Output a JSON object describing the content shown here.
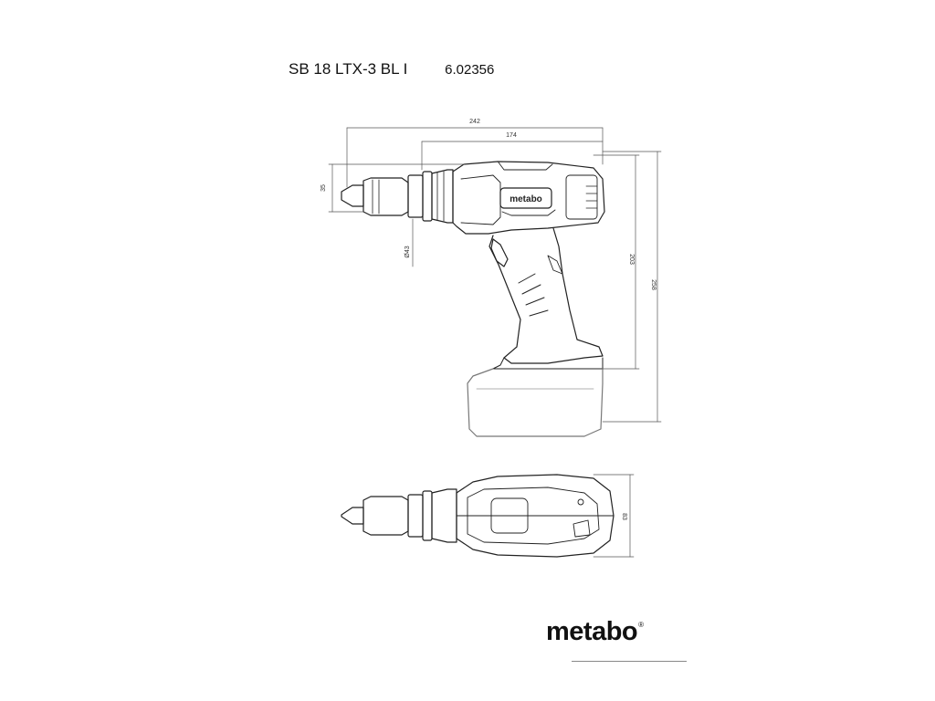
{
  "header": {
    "model": "SB 18 LTX-3 BL I",
    "order_number": "6.02356"
  },
  "dimensions": {
    "overall_length": "242",
    "body_length": "174",
    "chuck_height": "35",
    "collar_diameter": "Ø43",
    "handle_height": "203",
    "total_height": "258",
    "top_view_width": "83"
  },
  "tool_label": "metabo",
  "brand": {
    "name": "metabo",
    "registered": "®"
  },
  "colors": {
    "line": "#222222",
    "dimension_line": "#555555",
    "battery_line": "#777777"
  }
}
